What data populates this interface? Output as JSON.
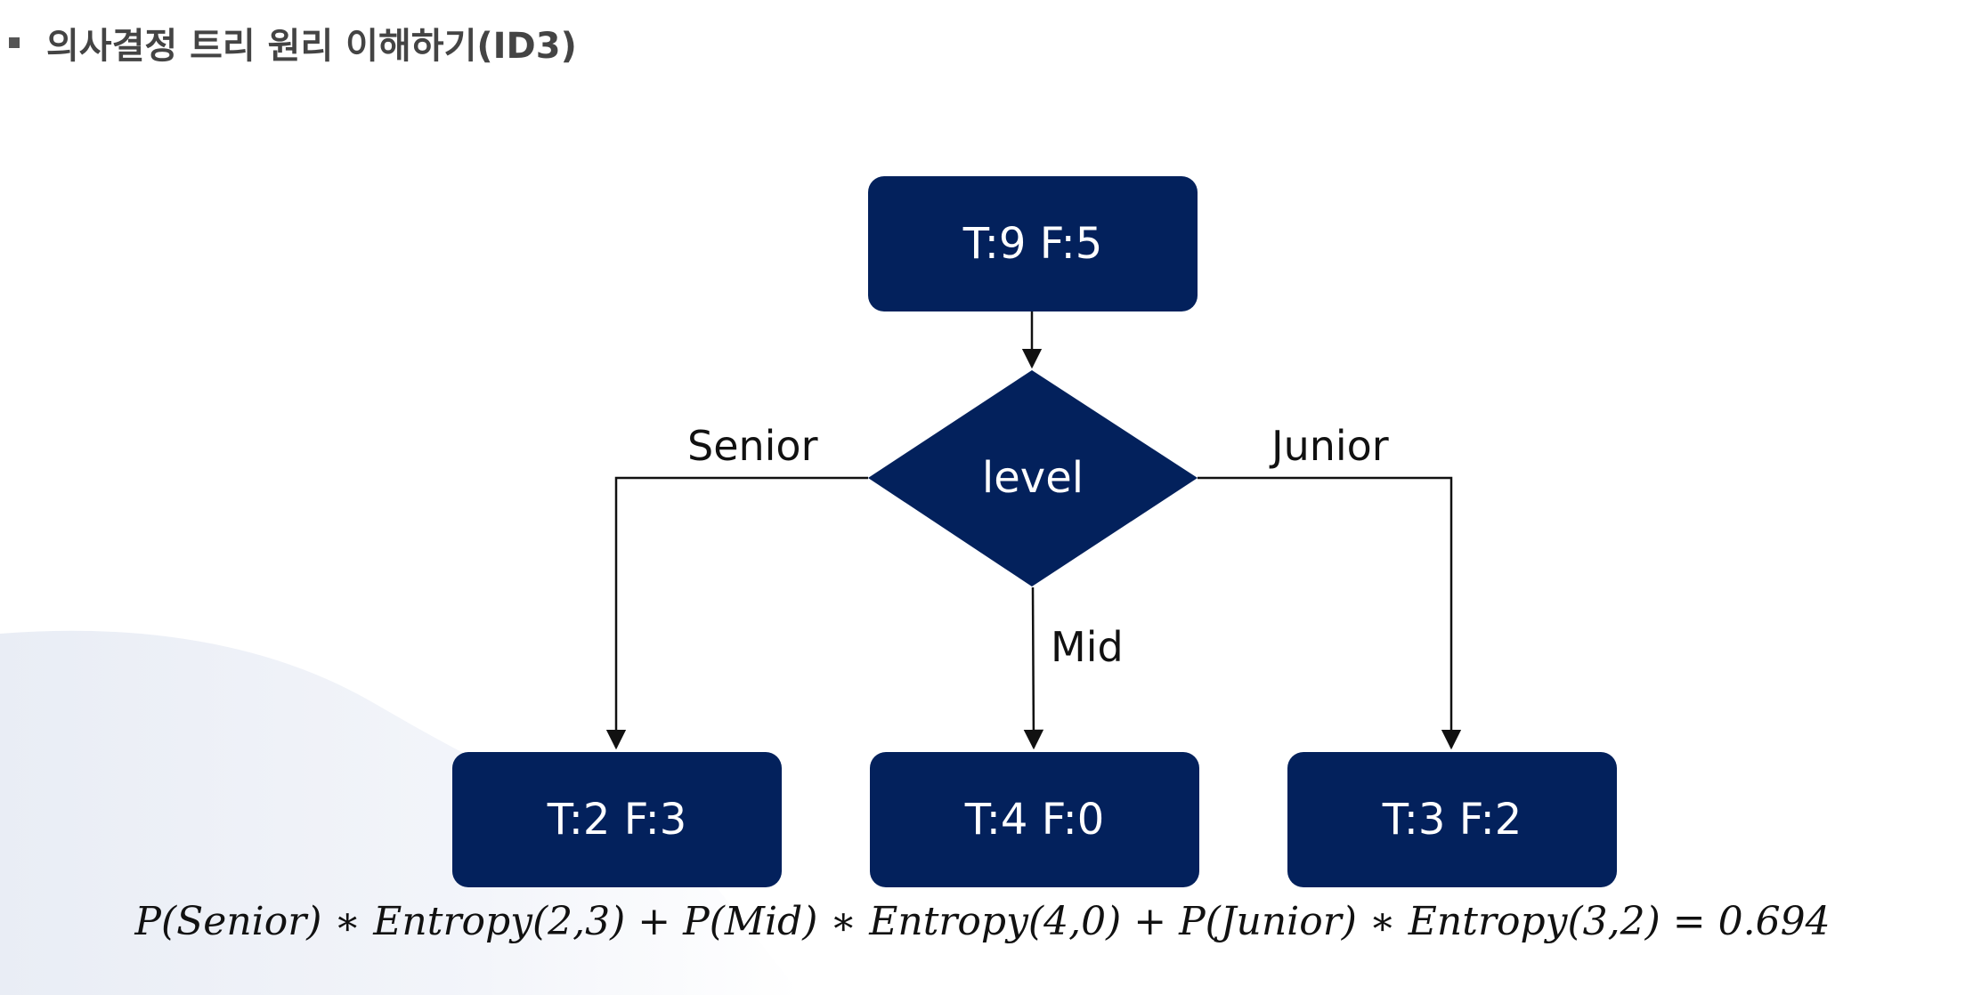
{
  "title": "의사결정 트리 원리 이해하기(ID3)",
  "colors": {
    "node_fill": "#03215c",
    "node_text": "#ffffff",
    "edge": "#111111",
    "background_wave": "#eef1f7"
  },
  "diagram": {
    "root": {
      "label": "T:9 F:5"
    },
    "decision": {
      "label": "level"
    },
    "edges": {
      "senior": "Senior",
      "mid": "Mid",
      "junior": "Junior"
    },
    "leaves": {
      "senior": {
        "label": "T:2 F:3"
      },
      "mid": {
        "label": "T:4 F:0"
      },
      "junior": {
        "label": "T:3 F:2"
      }
    }
  },
  "formula": "P(Senior) ∗ Entropy(2,3) + P(Mid) ∗ Entropy(4,0) + P(Junior)  ∗ Entropy(3,2) = 0.694"
}
